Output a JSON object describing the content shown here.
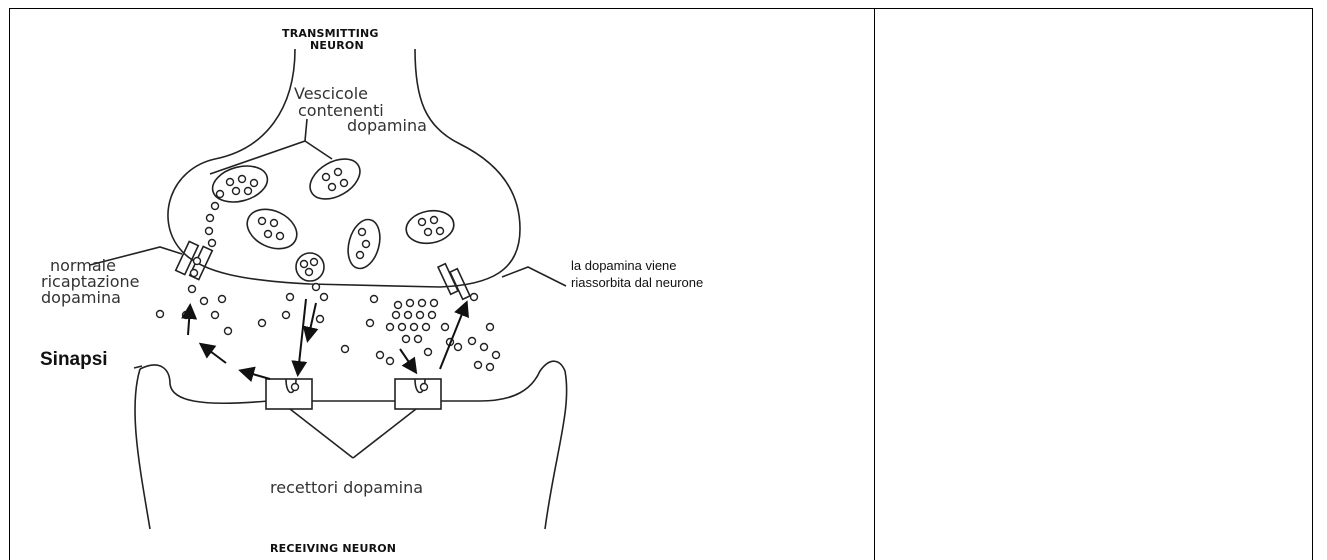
{
  "labels": {
    "top_neuron_line1": "TRANSMITTING",
    "top_neuron_line2": "NEURON",
    "vesicles_line1": "Vescicole",
    "vesicles_line2": "contenenti",
    "vesicles_line3": "dopamina",
    "reuptake_line1": "normale",
    "reuptake_line2": "ricaptazione",
    "reuptake_line3": "dopamina",
    "reabsorbed_line1": "la dopamina viene",
    "reabsorbed_line2": "riassorbita dal neurone",
    "synapse": "Sinapsi",
    "receptors": "recettori dopamina",
    "bottom_neuron": "RECEIVING NEURON"
  }
}
